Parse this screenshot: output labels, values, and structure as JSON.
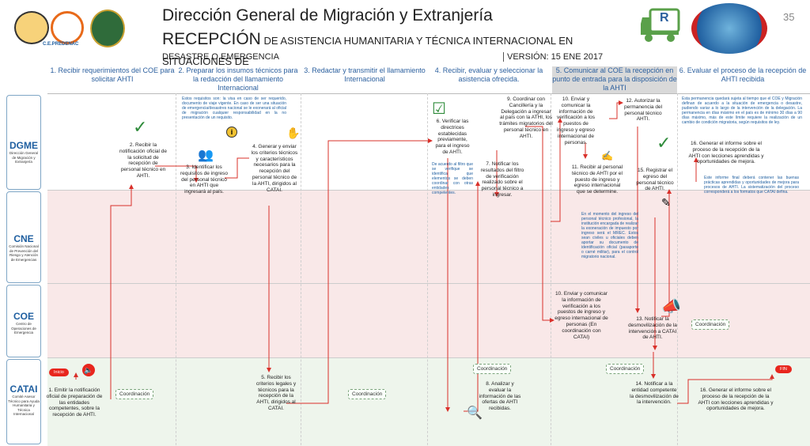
{
  "header": {
    "title": "Dirección General de Migración y Extranjería",
    "subtitle_big": "RECEPCIÓN",
    "subtitle_small": " DE ASISTENCIA HUMANITARIA Y TÉCNICA INTERNACIONAL EN SITUACIONES DE",
    "subtitle_line2": "DESASTRE O EMERGENCIA",
    "version": "VERSIÓN: 15 ENE 2017",
    "page_number": "35",
    "logo_label": "C.E.PREDENAC",
    "truck_letter": "R"
  },
  "columns": [
    "1. Recibir requerimientos del COE para solicitar AHTI",
    "2. Preparar los insumos técnicos para la redacción del llamamiento Internacional",
    "3. Redactar y transmitir el llamamiento Internacional",
    "4. Recibir, evaluar y seleccionar la asistencia ofrecida.",
    "5. Comunicar al COE la recepción en punto de entrada para la disposición de la AHTI",
    "6. Evaluar el proceso de la recepción de AHTI recibida"
  ],
  "lanes": [
    {
      "code": "DGME",
      "desc": "Dirección General de Migración y Extranjería"
    },
    {
      "code": "CNE",
      "desc": "Comisión Nacional de Prevención del Riesgo y Atención de Emergencias"
    },
    {
      "code": "COE",
      "desc": "Centro de Operaciones de Emergencia"
    },
    {
      "code": "CATAI",
      "desc": "Comité Asesor Técnico para Ayuda Humanitaria y Técnica Internacional"
    }
  ],
  "steps": {
    "s1": "1. Emitir la notificación oficial de preparación de las entidades competentes, sobre la recepción de AHTI.",
    "s2": "2. Recibir la notificación oficial de la solicitud de recepción de personal técnico en AHTI.",
    "s3": "3. Identificar los requisitos de ingreso del personal técnico en AHTI que ingresará al país.",
    "s4": "4. Generar y enviar los criterios técnicos y característicos necesarios para la recepción del personal técnico de la AHTI, dirigidos al CATAI.",
    "s5": "5. Recibir los criterios legales y técnicos para la recepción de la AHTI, dirigidos al CATAI.",
    "s6": "6. Verificar las directrices establecidas previamente, para el ingreso de AHTI.",
    "s7": "7. Notificar los resultados del filtro de verificación realizado sobre el personal técnico a ingresar.",
    "s8": "8. Analizar y evaluar la información de las ofertas de AHTI recibidas.",
    "s9": "9. Coordinar con Cancillería y la Delegación a ingresar al país con la ATHI, los trámites migratorios del personal técnico en AHTI.",
    "s10a": "10. Enviar y comunicar la información de verificación a los puestos de ingreso y egreso internacional de personas.",
    "s10b": "10. Enviar y comunicar la información de verificación a los puestos de ingreso y egreso internacional de personas (En coordinación con CATAI)",
    "s11": "11. Recibir al personal técnico de AHTI por el puesto de ingreso y egreso internacional que se determine.",
    "s12": "12. Autorizar la permanencia del personal técnico AHTI.",
    "s13": "13. Notificar la desmovilización de la intervención a CATAI de AHTI.",
    "s14": "14. Notificar a la entidad competente la desmovilización de la intervención.",
    "s15": "15. Registrar el egreso del personal técnico de AHTI.",
    "s16a": "16. Generar el informe sobre el proceso de la recepción de la AHTI con lecciones aprendidas y oportunidades de mejora.",
    "s16b": "16. Generar el informe sobre el proceso de la recepción de la AHTI con lecciones aprendidas y oportunidades de mejora."
  },
  "notes": {
    "n_requirements": "Estos requisitos son: la visa en caso de ser requerido, documento de viaje vigente. En caso de ser una situación de emergencia/desastres nacional se le exonerará al oficial de migración cualquier responsabilidad en la no presentación de un requisito.",
    "n_filter": "De acuerdo al filtro que se verifique se identifica que elementos se deben coordinar con otras entidades competentes.",
    "n_entry": "En el momento del ingreso del personal técnico profesional, la institución encargada de realizar la exoneración de impuesto por ingreso será el MREC. Estos sean civiles u oficiales deben aportar su documento de identificación oficial (pasaporte o carné militar), para el control migratorio nacional.",
    "n_stay": "Esta permanencia quedará sujeta al tiempo que el COE y Migración definan de acuerdo a la situación de emergencia o desastre, pudiendo variar a lo largo de la intervención de la delegación. La permanencia en días máximo en el país es de mínimo 30 días a 90 días máximo, más de este límite requiere la realización de un cambio de condición migratoria, según requisitos de ley.",
    "n_report": "Este informe final deberá contener las buenas prácticas aprendidas y oportunidades de mejora para procesos de AHTI. La sistematización del proceso corresponderá a los formatos que CATAI defina."
  },
  "labels": {
    "coordinacion": "Coordinación",
    "inicio": "Inicio",
    "fin": "FIN"
  },
  "colors": {
    "dgme_lane": "#ffffff",
    "cne_lane": "#f8e7e7",
    "coe_lane": "#f8e7e7",
    "catai_lane": "#eef5ec",
    "arrow": "#d9302a",
    "header_text": "#2b5f9e",
    "inicio": "#e8261e",
    "fin": "#e8261e"
  },
  "icons": [
    "checkmark-icon",
    "info-icon",
    "people-icon",
    "hand-icon",
    "checklist-icon",
    "eye-magnifier-icon",
    "megaphone-icon",
    "pen-icon",
    "speaker-icon",
    "truck-icon",
    "globe-logo",
    "shield-logo"
  ]
}
